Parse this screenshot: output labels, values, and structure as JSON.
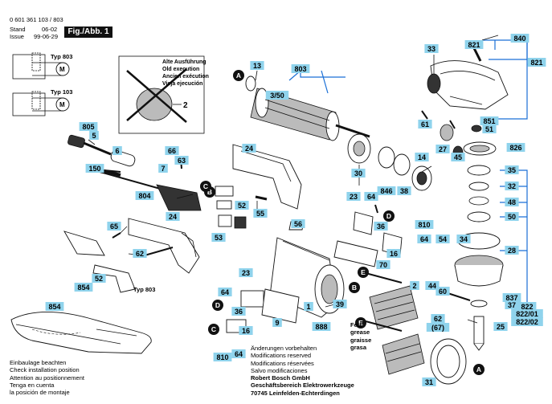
{
  "header": {
    "part_number": "0 601 361 103 / 803",
    "stand_label": "Stand",
    "stand_value": "06-02",
    "issue_label": "Issue",
    "issue_value": "99-06-29",
    "figure_label": "Fig./Abb. 1"
  },
  "wiring": {
    "top_type": "Typ 803",
    "bottom_type": "Typ 103",
    "motor_symbol": "M"
  },
  "old_version": {
    "lines": [
      "Alte Ausführung",
      "Old execution",
      "Ancien exécution",
      "Vieja ejecución"
    ],
    "ref": "2"
  },
  "callouts": [
    "13",
    "803",
    "3/50",
    "33",
    "840",
    "821",
    "821",
    "805",
    "5",
    "6",
    "66",
    "63",
    "7",
    "150",
    "24",
    "61",
    "851",
    "51",
    "27",
    "826",
    "45",
    "35",
    "34",
    "32",
    "48",
    "50",
    "28",
    "24",
    "30",
    "846",
    "38",
    "14",
    "804",
    "55",
    "65",
    "52",
    "53",
    "62",
    "23",
    "64",
    "810",
    "36",
    "64",
    "16",
    "56",
    "70",
    "854",
    "52",
    "23",
    "64",
    "2",
    "44",
    "60",
    "1",
    "39",
    "9",
    "36",
    "62",
    "(67)",
    "16",
    "888",
    "64",
    "810",
    "837",
    "822",
    "822/01",
    "822/02",
    "37",
    "25",
    "854",
    "31",
    "54"
  ],
  "letters": [
    "A",
    "B",
    "C",
    "D",
    "E",
    "E",
    "D",
    "B",
    "C",
    "A"
  ],
  "typ803_bottom": "Typ 803",
  "grease": [
    "Fett",
    "grease",
    "graisse",
    "grasa"
  ],
  "installation": [
    "Einbaulage beachten",
    "Check installation position",
    "Attention au positionnement",
    "Tenga en cuenta",
    "la posición de montaje"
  ],
  "footer": {
    "lines": [
      "Änderungen vorbehalten",
      "Modifications reserved",
      "Modifications réservées",
      "Salvo modificaciones"
    ],
    "company": [
      "Robert Bosch GmbH",
      "Geschäftsbereich Elektrowerkzeuge",
      "70745 Leinfelden-Echterdingen"
    ]
  },
  "colors": {
    "callout_fill": "#8fd3ec",
    "leader_blue": "#1a6fd6"
  }
}
